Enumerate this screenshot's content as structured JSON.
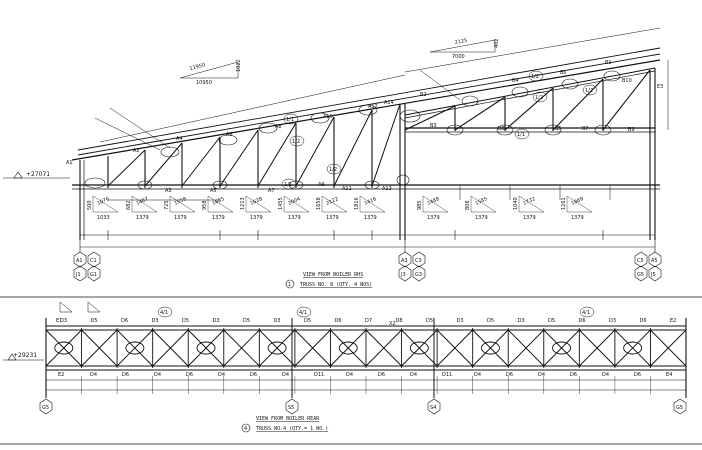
{
  "truss1": {
    "elevation": "+27071",
    "title": "VIEW FROM BOILER RHS",
    "caption_number": "1",
    "caption": "TRUSS NO. 8 (QTY. 4 NOS)",
    "members_left": [
      "A1",
      "A2",
      "A3",
      "A4",
      "A5",
      "A6",
      "A7",
      "A8",
      "A9",
      "A10",
      "A11",
      "A12",
      "A13",
      "A14"
    ],
    "members_right": [
      "B1",
      "B2",
      "B3",
      "B4",
      "B5",
      "B6",
      "B7",
      "B8",
      "B9",
      "B10",
      "E3"
    ],
    "ratio_tags": [
      "1/1",
      "1/2",
      "1/2",
      "1/2",
      "1/1",
      "1/2",
      "1/2",
      "1/1"
    ],
    "grid_bubbles_left": [
      "A1",
      "C1",
      "J1",
      "G1"
    ],
    "grid_bubbles_mid": [
      "A3",
      "C3",
      "J3",
      "G3"
    ],
    "grid_bubbles_right": [
      "C5",
      "A5",
      "G5",
      "J5"
    ],
    "slope_tag_left": [
      "11950",
      "10950",
      "1022"
    ],
    "slope_tag_right": [
      "2125",
      "7000",
      "402"
    ],
    "panels": [
      {
        "height": "500",
        "diag": "1076",
        "base": "1033"
      },
      {
        "height": "682",
        "diag": "1467",
        "base": "1379"
      },
      {
        "height": "725",
        "diag": "1558",
        "base": "1379"
      },
      {
        "height": "958",
        "diag": "1685",
        "base": "1379"
      },
      {
        "height": "1213",
        "diag": "1638",
        "base": "1379"
      },
      {
        "height": "1455",
        "diag": "2004",
        "base": "1379"
      },
      {
        "height": "1658",
        "diag": "2122",
        "base": "1379"
      },
      {
        "height": "1816",
        "diag": "1416",
        "base": "1379"
      },
      {
        "height": "985",
        "diag": "1488",
        "base": "1379"
      },
      {
        "height": "808",
        "diag": "1585",
        "base": "1379"
      },
      {
        "height": "1040",
        "diag": "1732",
        "base": "1379"
      },
      {
        "height": "1261",
        "diag": "1869",
        "base": "1379"
      }
    ]
  },
  "truss2": {
    "elevation": "+29231",
    "title": "VIEW FROM BOILER REAR",
    "caption_number": "4",
    "caption": "TRUSS NO.4 (QTY.= 1 NO.)",
    "top_labels": [
      "D3",
      "D5",
      "D6",
      "D3",
      "D5",
      "D3",
      "D5",
      "D3",
      "D5",
      "D6",
      "D7",
      "D8",
      "D5",
      "D3",
      "D5",
      "D3",
      "D5",
      "D6",
      "D3",
      "D6",
      "E2"
    ],
    "bottom_labels": [
      "E2",
      "D4",
      "D6",
      "D4",
      "D6",
      "D4",
      "D6",
      "D4",
      "D11",
      "D4",
      "D6",
      "D4",
      "D11",
      "D4",
      "D6",
      "D4",
      "D6",
      "D4",
      "D6",
      "E4"
    ],
    "extra_labels": [
      "E1",
      "X2"
    ],
    "ratio_tags": [
      "4/1",
      "4/1",
      "4/1"
    ],
    "grid_bubbles": [
      "G5",
      "S5",
      "S4",
      "G5"
    ]
  }
}
